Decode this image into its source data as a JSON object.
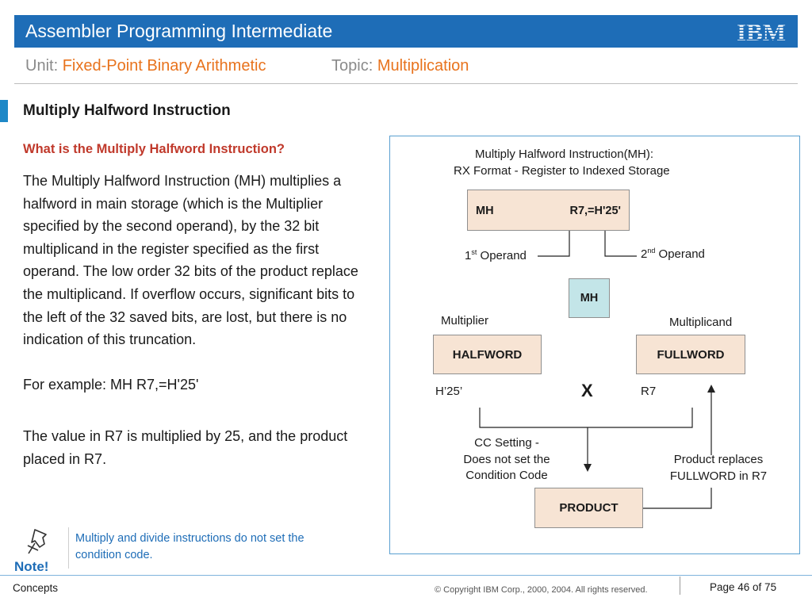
{
  "header": {
    "title": "Assembler Programming Intermediate",
    "logo_text": "IBM",
    "unit_label": "Unit:",
    "unit_value": "Fixed-Point Binary Arithmetic",
    "topic_label": "Topic:",
    "topic_value": "Multiplication"
  },
  "section": {
    "title": "Multiply Halfword Instruction"
  },
  "content": {
    "question": "What is the Multiply Halfword Instruction?",
    "paragraph1": "The Multiply Halfword Instruction (MH) multiplies a halfword in main storage (which is the Multiplier specified by the second operand), by the 32 bit multiplicand in the register specified as the first operand. The low order 32 bits of the product replace the multiplicand. If overflow occurs, significant bits to the left of the 32 saved bits, are lost, but there is no indication of this truncation.",
    "example": "For example:  MH  R7,=H'25'",
    "paragraph2": "The value in R7 is multiplied by 25, and the product placed in R7."
  },
  "note": {
    "label": "Note!",
    "text": "Multiply and divide instructions do not set the condition code."
  },
  "diagram": {
    "heading_line1": "Multiply Halfword Instruction(MH):",
    "heading_line2": "RX Format - Register to Indexed Storage",
    "instr_opcode": "MH",
    "instr_operands": "R7,=H'25'",
    "operand1_prefix": "1",
    "operand1_sup": "st",
    "operand1_rest": " Operand",
    "operand2_prefix": "2",
    "operand2_sup": "nd",
    "operand2_rest": " Operand",
    "mh_box": "MH",
    "multiplier_label": "Multiplier",
    "multiplicand_label": "Multiplicand",
    "halfword_box": "HALFWORD",
    "fullword_box": "FULLWORD",
    "times_symbol": "X",
    "halfword_value": "H’25’",
    "fullword_value": "R7",
    "cc_line1": "CC Setting -",
    "cc_line2": "Does not set the",
    "cc_line3": "Condition Code",
    "replace_line1": "Product replaces",
    "replace_line2": "FULLWORD in R7",
    "product_box": "PRODUCT"
  },
  "footer": {
    "left": "Concepts",
    "copyright": "© Copyright IBM Corp., 2000, 2004. All rights reserved.",
    "page": "Page 46 of 75"
  },
  "colors": {
    "title_bar": "#1e6db7",
    "accent_orange": "#e8731d",
    "question_red": "#c0392b",
    "box_tan": "#f7e4d4",
    "box_teal": "#c3e5e8"
  },
  "icons": [
    "ibm-logo-icon",
    "pushpin-icon",
    "arrow-down-icon",
    "arrow-up-icon"
  ]
}
